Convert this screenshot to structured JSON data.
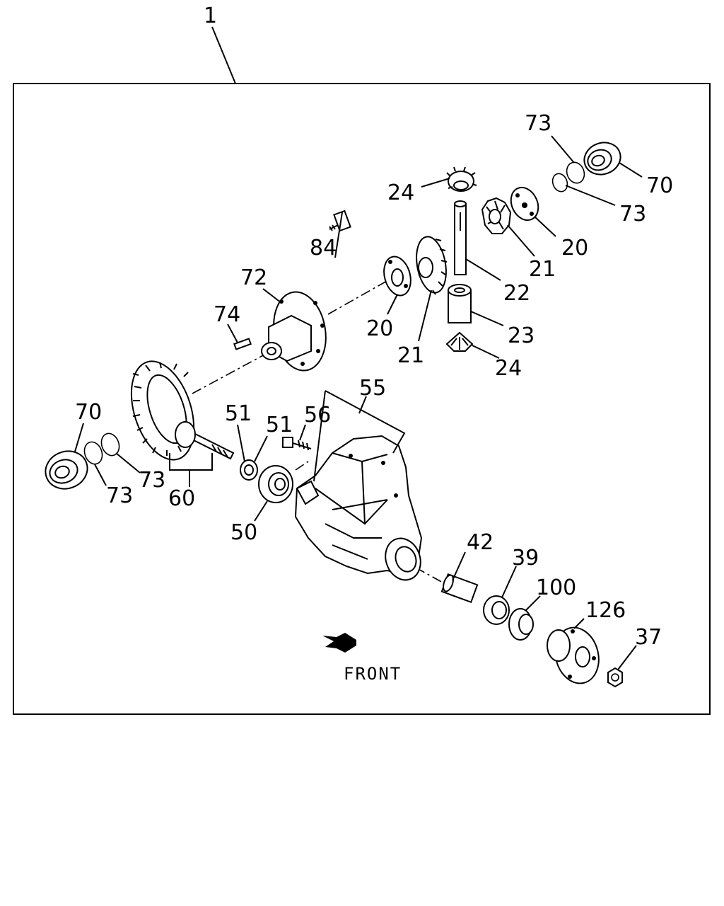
{
  "diagram": {
    "front_text": "FRONT",
    "labels": {
      "l1": "1",
      "l73a": "73",
      "l70a": "70",
      "l73b": "73",
      "l24a": "24",
      "l20a": "20",
      "l21a": "21",
      "l84": "84",
      "l72": "72",
      "l22": "22",
      "l74": "74",
      "l20b": "20",
      "l23": "23",
      "l21b": "21",
      "l24b": "24",
      "l55": "55",
      "l70b": "70",
      "l51a": "51",
      "l51b": "51",
      "l56": "56",
      "l73c": "73",
      "l73d": "73",
      "l60": "60",
      "l50": "50",
      "l42": "42",
      "l39": "39",
      "l100": "100",
      "l126": "126",
      "l37": "37"
    }
  }
}
